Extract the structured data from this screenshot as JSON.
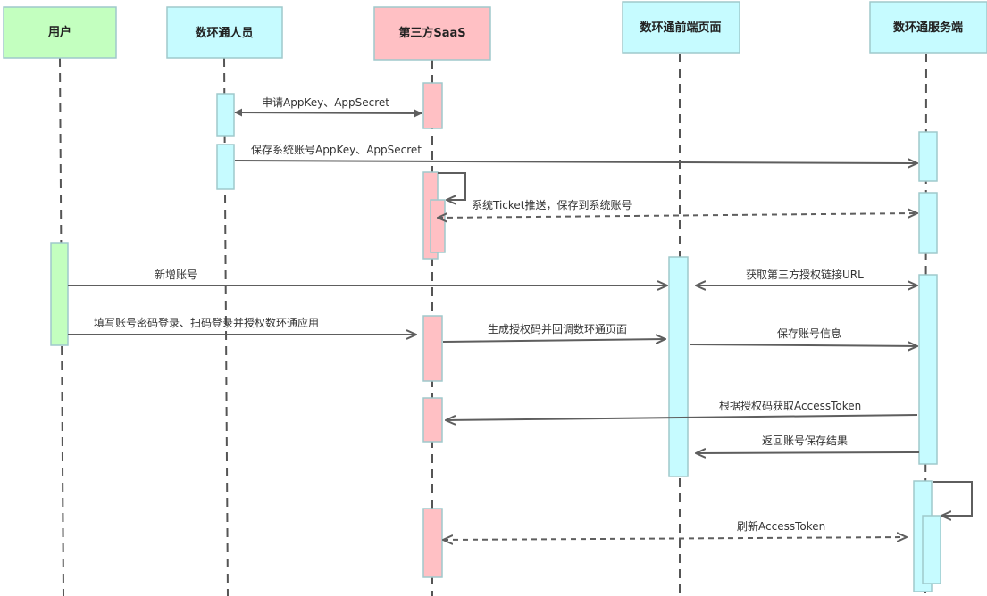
{
  "actors": [
    {
      "id": "user",
      "label": "用户",
      "fill": "#c3ffbf"
    },
    {
      "id": "staff",
      "label": "数环通人员",
      "fill": "#c6fbff"
    },
    {
      "id": "saas",
      "label": "第三方SaaS",
      "fill": "#ffc0c4"
    },
    {
      "id": "frontend",
      "label": "数环通前端页面",
      "fill": "#c6fbff"
    },
    {
      "id": "server",
      "label": "数环通服务端",
      "fill": "#c6fbff"
    }
  ],
  "messages": [
    {
      "id": "m1",
      "label": "申请AppKey、AppSecret"
    },
    {
      "id": "m2",
      "label": "保存系统账号AppKey、AppSecret"
    },
    {
      "id": "m3",
      "label": "系统Ticket推送，保存到系统账号"
    },
    {
      "id": "m4",
      "label": "新增账号"
    },
    {
      "id": "m5",
      "label": "获取第三方授权链接URL"
    },
    {
      "id": "m6",
      "label": "填写账号密码登录、扫码登录并授权数环通应用"
    },
    {
      "id": "m7",
      "label": "生成授权码并回调数环通页面"
    },
    {
      "id": "m8",
      "label": "保存账号信息"
    },
    {
      "id": "m9",
      "label": "根据授权码获取AccessToken"
    },
    {
      "id": "m10",
      "label": "返回账号保存结果"
    },
    {
      "id": "m11",
      "label": "刷新AccessToken"
    }
  ],
  "colors": {
    "line": "#5e5e5e",
    "lifeline": "#555555",
    "border": "#9fc9cc",
    "pink_activation": "#ffc0c4",
    "cyan_activation": "#c6fbff",
    "green_activation": "#c3ffbf"
  }
}
